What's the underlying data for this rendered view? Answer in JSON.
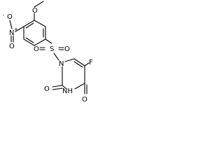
{
  "molecule": {
    "atoms": {
      "methoxy_o": "O",
      "nitro_o_minus": "O",
      "nitro_o_minus_charge": "-",
      "nitro_n": "N",
      "nitro_n_charge": "+",
      "nitro_o": "O",
      "sulfonyl_s": "S",
      "sulfonyl_o_left": "O",
      "sulfonyl_o_right": "O",
      "ring_n1": "N",
      "fluoro": "F",
      "carbonyl_o2": "O",
      "ring_nh": "NH",
      "carbonyl_o4": "O"
    },
    "colors": {
      "bond": "#000000",
      "label": "#000000",
      "background": "#ffffff"
    }
  }
}
